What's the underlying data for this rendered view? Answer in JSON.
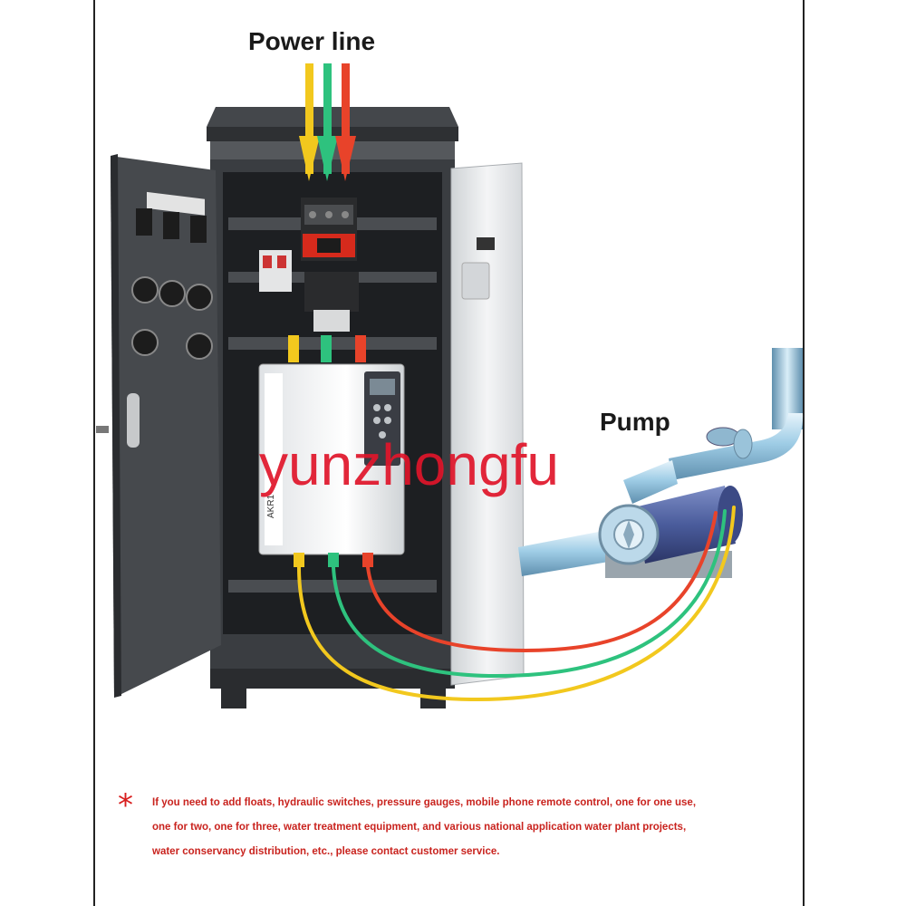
{
  "labels": {
    "power_line": "Power line",
    "pump": "Pump",
    "watermark": "yunzhongfu",
    "panel_model": "AKR1-"
  },
  "note": {
    "star": "*",
    "lines": [
      "If you need to add floats, hydraulic switches, pressure gauges, mobile phone remote control, one for one use,",
      "one for two, one for three, water treatment equipment, and various national application water plant projects,",
      "water conservancy distribution, etc., please contact customer service."
    ]
  },
  "colors": {
    "wire_yellow": "#f2c81e",
    "wire_green": "#2ec27e",
    "wire_red": "#e8432a",
    "note_red": "#c9231e",
    "cabinet_dark": "#3d4044",
    "cabinet_light": "#e9ebed"
  }
}
